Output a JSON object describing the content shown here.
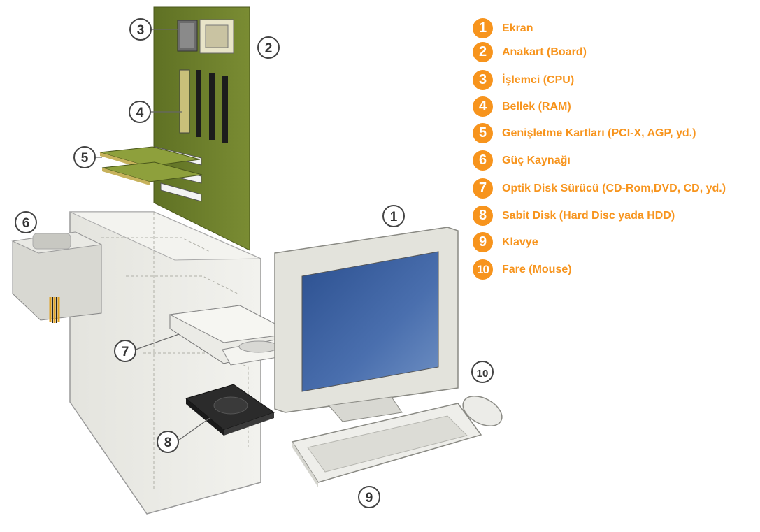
{
  "legend": [
    {
      "number": "1",
      "label": "Ekran"
    },
    {
      "number": "2",
      "label": "Anakart (Board)"
    },
    {
      "number": "3",
      "label": "İşlemci (CPU)"
    },
    {
      "number": "4",
      "label": "Bellek (RAM)"
    },
    {
      "number": "5",
      "label": "Genişletme Kartları (PCI-X, AGP, yd.)"
    },
    {
      "number": "6",
      "label": "Güç Kaynağı"
    },
    {
      "number": "7",
      "label": "Optik Disk Sürücü (CD-Rom,DVD, CD, yd.)"
    },
    {
      "number": "8",
      "label": "Sabit Disk (Hard Disc yada HDD)"
    },
    {
      "number": "9",
      "label": "Klavye"
    },
    {
      "number": "10",
      "label": "Fare (Mouse)"
    }
  ],
  "callouts": {
    "c1": "1",
    "c2": "2",
    "c3": "3",
    "c4": "4",
    "c5": "5",
    "c6": "6",
    "c7": "7",
    "c8": "8",
    "c9": "9",
    "c10": "10"
  },
  "colors": {
    "accent_orange": "#f7941d",
    "motherboard_green": "#6b7c2a",
    "screen_blue": "#3e63a3",
    "case_gray": "#e6e6e0"
  }
}
